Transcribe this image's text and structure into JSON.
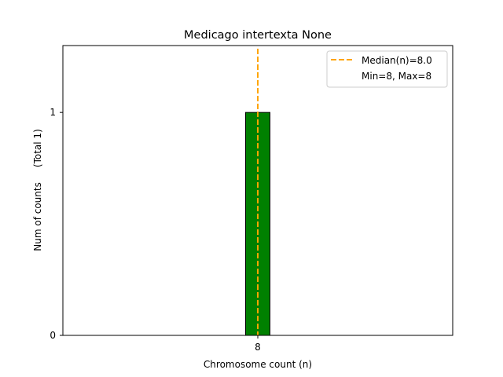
{
  "chart_data": {
    "type": "bar",
    "title": "Medicago intertexta None",
    "xlabel": "Chromosome count (n)",
    "ylabel": "Num of counts     (Total 1)",
    "categories": [
      8
    ],
    "values": [
      1
    ],
    "bar_width": 1,
    "xlim": [
      0,
      16
    ],
    "ylim": [
      0,
      1.3
    ],
    "xticks": [
      8
    ],
    "yticks": [
      0,
      1
    ],
    "median": 8.0,
    "legend": {
      "placement": "top-right",
      "entries": [
        "Median(n)=8.0",
        "Min=8, Max=8"
      ]
    },
    "grid": false,
    "colors": {
      "bar": "#008000",
      "bar_edge": "#000000",
      "median": "#FFA500"
    }
  }
}
